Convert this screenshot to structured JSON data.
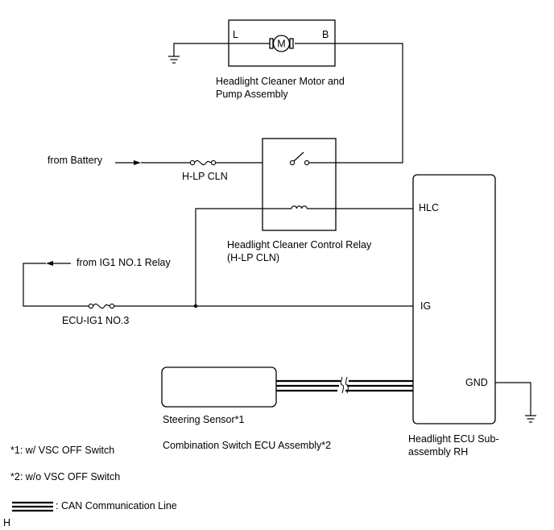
{
  "components": {
    "motor": {
      "name_line1": "Headlight Cleaner Motor and",
      "name_line2": "Pump Assembly",
      "pin_left": "L",
      "pin_right": "B",
      "symbol": "M"
    },
    "relay": {
      "name_line1": "Headlight Cleaner Control Relay",
      "name_line2": "(H-LP CLN)"
    },
    "ecu": {
      "name_line1": "Headlight ECU Sub-",
      "name_line2": "assembly RH",
      "pin_hlc": "HLC",
      "pin_ig": "IG",
      "pin_gnd": "GND"
    },
    "sensor": {
      "name": "Steering Sensor*1",
      "alt_name": "Combination Switch ECU Assembly*2"
    }
  },
  "sources": {
    "battery": "from Battery",
    "ig1_relay": "from IG1 NO.1 Relay"
  },
  "fuses": {
    "hlp_cln": "H-LP CLN",
    "ecu_ig1": "ECU-IG1 NO.3"
  },
  "notes": {
    "note1": "*1: w/ VSC OFF Switch",
    "note2": "*2: w/o VSC OFF Switch",
    "can_legend": ": CAN Communication Line",
    "corner_mark": "H"
  }
}
